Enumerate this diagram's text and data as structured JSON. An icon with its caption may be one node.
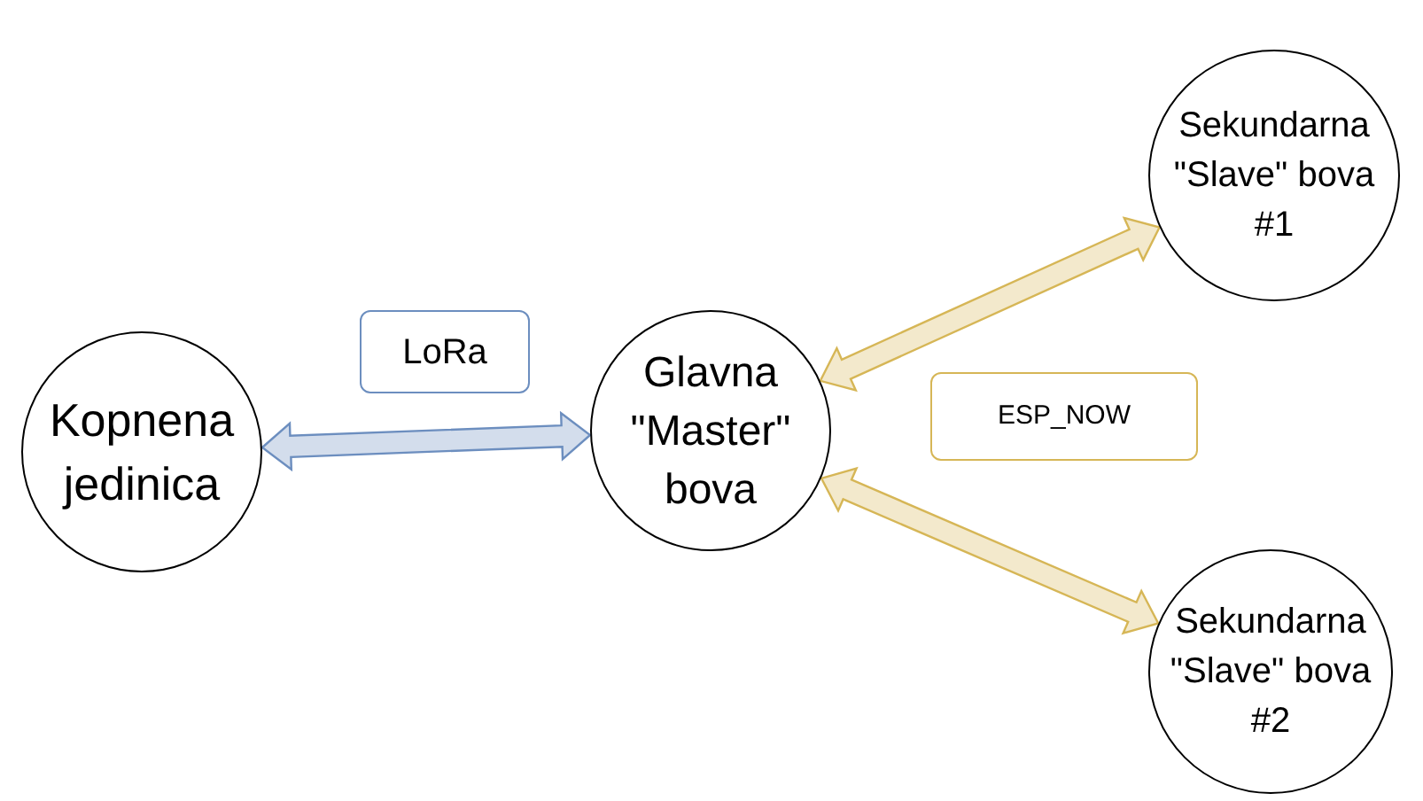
{
  "diagram": {
    "nodes": [
      {
        "text": [
          "Kopnena jedinica"
        ]
      },
      {
        "text": [
          "LoRa"
        ]
      },
      {
        "text": [
          "Glavna \"Master\" bova"
        ]
      },
      {
        "text": [
          "Sekundarna \"Slave\" bova #1"
        ]
      },
      {
        "text": [
          "ESP_NOW"
        ]
      },
      {
        "text": [
          "Sekundarna \"Slave\" bova #2"
        ]
      }
    ],
    "edges": [
      {
        "from": 0,
        "to": 2,
        "arrow": "both",
        "style": "thick",
        "color": "#6c8ebf"
      },
      {
        "from": 2,
        "to": 3,
        "arrow": "both",
        "style": "thick",
        "color": "#d6b656"
      },
      {
        "from": 2,
        "to": 5,
        "arrow": "both",
        "style": "thick",
        "color": "#d6b656"
      }
    ]
  }
}
